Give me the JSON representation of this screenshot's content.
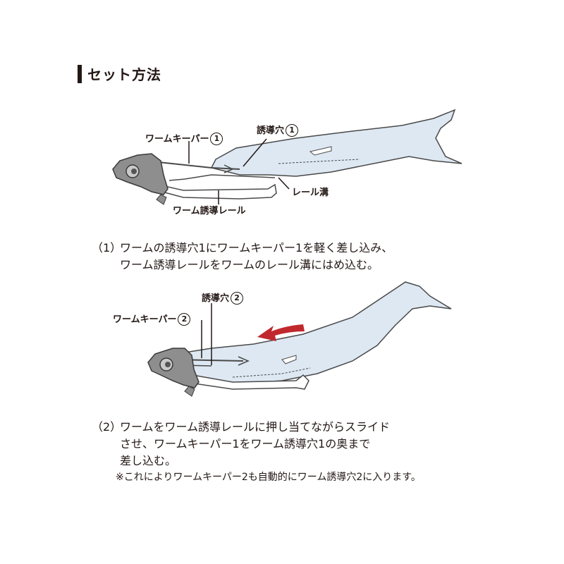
{
  "title": "セット方法",
  "diagram1": {
    "label_keeper": "ワームキーパー",
    "label_keeper_num": "1",
    "label_hole": "誘導穴",
    "label_hole_num": "1",
    "label_rail_groove": "レール溝",
    "label_guide_rail": "ワーム誘導レール"
  },
  "step1": {
    "number": "（1）",
    "line1": "ワームの誘導穴1にワームキーパー1を軽く差し込み、",
    "line2": "ワーム誘導レールをワームのレール溝にはめ込む。"
  },
  "diagram2": {
    "label_hole": "誘導穴",
    "label_hole_num": "2",
    "label_keeper": "ワームキーパー",
    "label_keeper_num": "2"
  },
  "step2": {
    "number": "（2）",
    "line1": "ワームをワーム誘導レールに押し当てながらスライド",
    "line2": "させ、ワームキーパー1をワーム誘導穴1の奥まで",
    "line3": "差し込む。"
  },
  "note": "※これによりワームキーパー2も自動的にワーム誘導穴2に入ります。",
  "colors": {
    "worm_fill": "#dde8f3",
    "outline": "#4a4a4a",
    "head_fill": "#8e8e8e",
    "arrow_red": "#c0282d",
    "text": "#231815"
  }
}
